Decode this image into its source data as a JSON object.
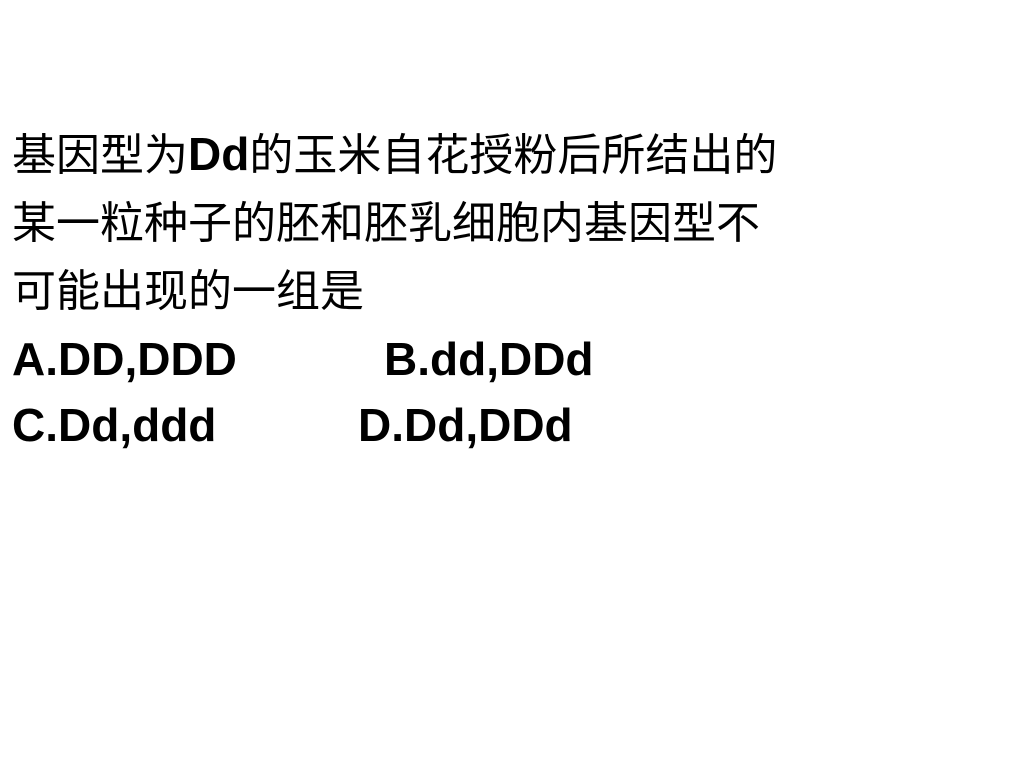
{
  "question": {
    "line1_pre": "基因型为",
    "line1_gene": "Dd",
    "line1_post": "的玉米自花授粉后所结出的",
    "line2": "某一粒种子的胚和胚乳细胞内基因型不",
    "line3": "可能出现的一组是"
  },
  "options": {
    "a": "A.DD,DDD",
    "b": "B.dd,DDd",
    "c": "C.Dd,ddd",
    "d": "D.Dd,DDd"
  },
  "colors": {
    "background": "#ffffff",
    "text": "#000000"
  }
}
